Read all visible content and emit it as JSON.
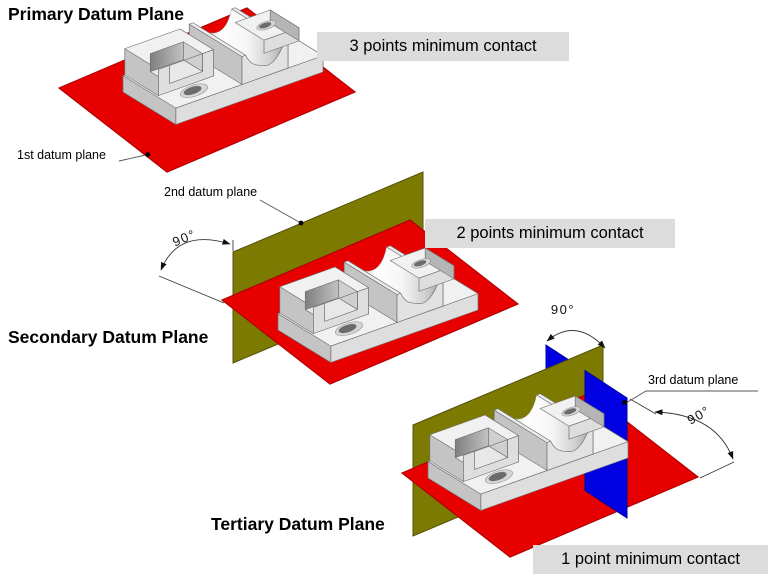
{
  "diagrams": {
    "primary": {
      "title": "Primary Datum Plane",
      "contact": "3 points minimum contact",
      "plane_label": "1st datum plane"
    },
    "secondary": {
      "title": "Secondary Datum Plane",
      "contact": "2 points minimum contact",
      "plane_label": "2nd datum plane",
      "angle": "90°"
    },
    "tertiary": {
      "title": "Tertiary Datum Plane",
      "contact": "1 point minimum contact",
      "plane_label": "3rd datum plane",
      "angle_top": "90°",
      "angle_right": "90°"
    }
  },
  "colors": {
    "datum_red": "#e60000",
    "datum_red_edge": "#b30000",
    "datum_olive": "#7c7a00",
    "datum_olive_edge": "#53510a",
    "datum_blue": "#0000e0",
    "datum_blue_edge": "#0000a6",
    "label_bg": "#dcdcdc",
    "text": "#000000"
  }
}
